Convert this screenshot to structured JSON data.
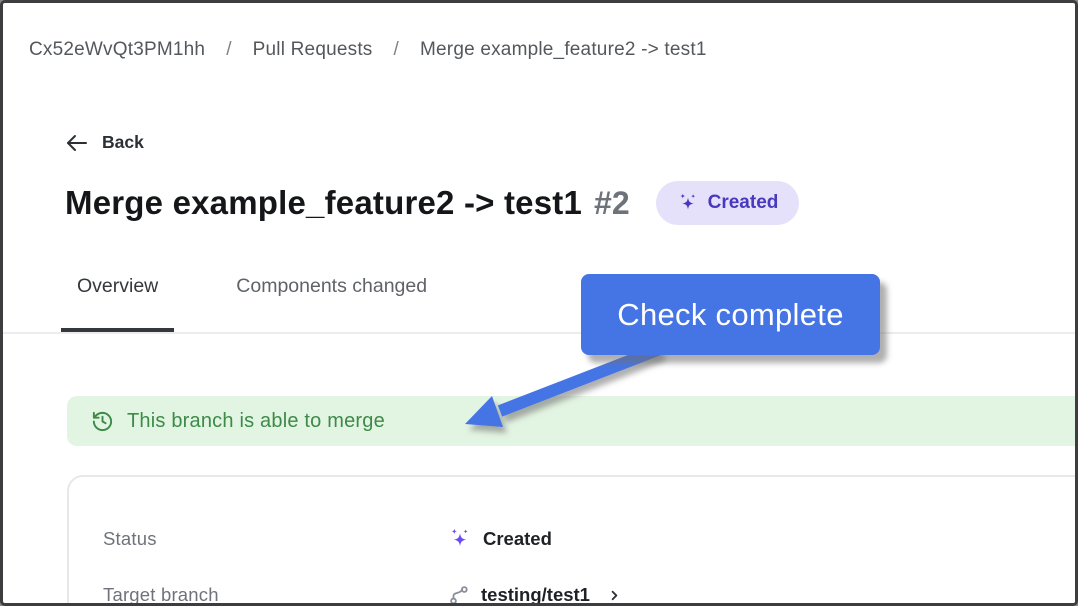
{
  "breadcrumb": {
    "separator": "/",
    "items": [
      "Cx52eWvQt3PM1hh",
      "Pull Requests",
      "Merge example_feature2 -> test1"
    ]
  },
  "back": {
    "label": "Back"
  },
  "header": {
    "title": "Merge example_feature2 -> test1",
    "number": "#2",
    "status_badge": {
      "label": "Created",
      "bg_color": "#E6E1FA",
      "text_color": "#4839BE",
      "icon": "sparkles-icon"
    }
  },
  "tabs": [
    {
      "label": "Overview",
      "active": true
    },
    {
      "label": "Components changed",
      "active": false
    }
  ],
  "annotation": {
    "label": "Check complete",
    "color": "#4575E5",
    "points_to": "merge-status-banner"
  },
  "merge_banner": {
    "text": "This branch is able to merge",
    "icon": "history-icon",
    "bg_color": "#E2F4E2",
    "text_color": "#3E8A49"
  },
  "details_card": {
    "rows": [
      {
        "label": "Status",
        "value": "Created",
        "icon": "sparkles-icon",
        "icon_color": "#6B4BF5"
      },
      {
        "label": "Target branch",
        "value": "testing/test1",
        "icon": "git-branch-icon",
        "has_chevron": true
      }
    ]
  }
}
